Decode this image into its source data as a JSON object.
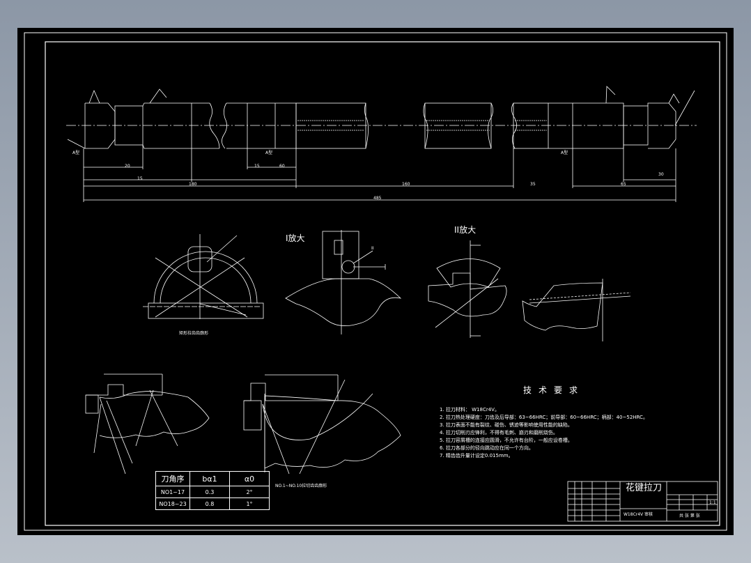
{
  "views": {
    "detail_I_label": "I放大",
    "detail_II_label": "II放大",
    "roman_II": "II",
    "rect_profile_caption": "矩形拉齿齿廓形",
    "no_profile_caption": "NO.1~NO.10拉切齿齿廓形"
  },
  "dimensions": {
    "a_marks": [
      "A型",
      "A型",
      "A型"
    ],
    "lengths": [
      "20",
      "15",
      "60",
      "35",
      "15",
      "30",
      "65",
      "180",
      "160"
    ],
    "total_length": "485"
  },
  "tech_requirements": {
    "title": "技术要求",
    "notes": [
      "1. 拉刀材料：  W18Cr4V。",
      "2. 拉刀热处理硬度：刀齿及后导部：63~66HRC；前导部：60~66HRC；柄部：40~52HRC。",
      "3. 拉刀表面不能有裂纹、碰伤、锈迹等影响使用性能的缺陷。",
      "4. 拉刀切削刃应锋利，不得有毛刺、崩刃和磨削烧伤。",
      "5. 拉刀容屑槽的连接应圆滑，不允许有台阶，一般应设卷槽。",
      "6. 拉刀各部分的径向跳动应在同一个方向。",
      "7. 精齿齿升量计设定0.015mm。"
    ]
  },
  "param_table": {
    "headers": [
      "刀角序",
      "bα1",
      "α0"
    ],
    "rows": [
      [
        "NO1~17",
        "0.3",
        "2°"
      ],
      [
        "NO18~23",
        "0.8",
        "1°"
      ]
    ]
  },
  "title_block": {
    "name": "花键拉刀",
    "material": "W18Cr4V",
    "scale": "1:1",
    "sheet": "共 张 第 张",
    "check_label": "审核"
  }
}
